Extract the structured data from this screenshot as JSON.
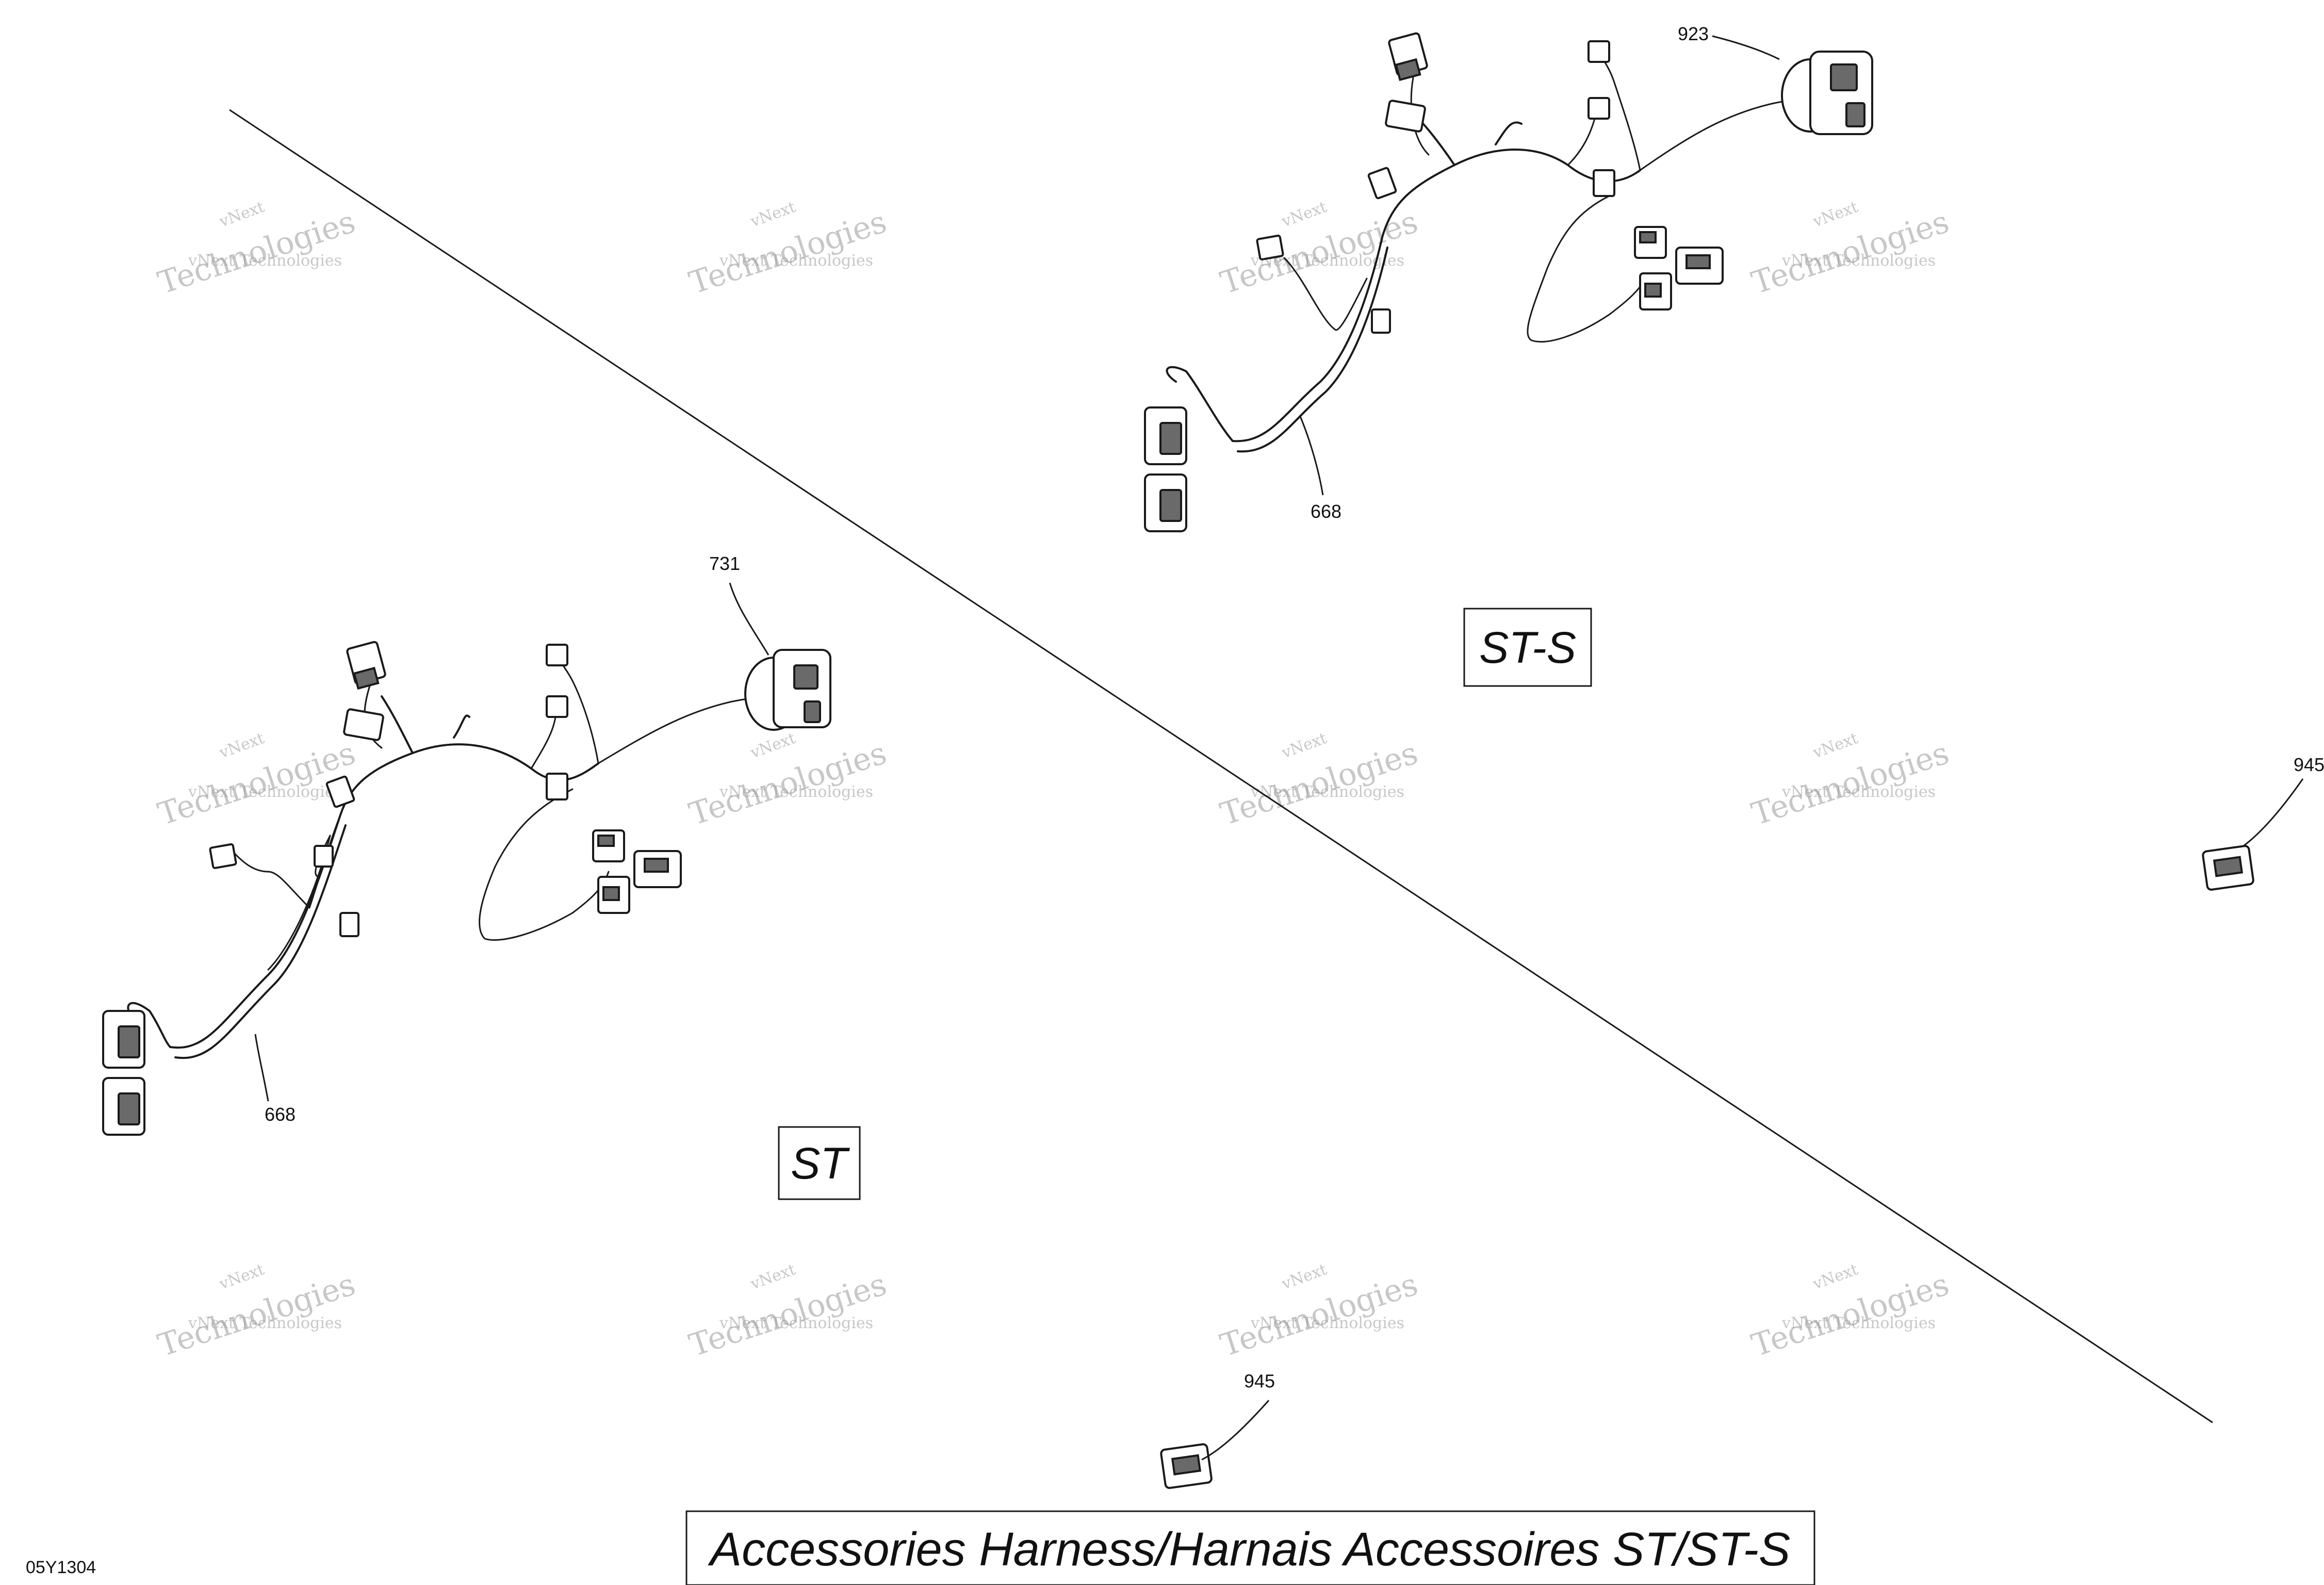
{
  "title": "Accessories Harness/Harnais Accessoires ST/ST-S",
  "drawing_code": "05Y1304",
  "variants": [
    {
      "label": "ST"
    },
    {
      "label": "ST-S"
    }
  ],
  "callouts": [
    {
      "number": "731"
    },
    {
      "number": "668"
    },
    {
      "number": "923"
    },
    {
      "number": "668"
    },
    {
      "number": "945"
    },
    {
      "number": "945"
    }
  ],
  "watermark": {
    "brand": "vNext",
    "line": "vNext Technologies",
    "big": "Technologies"
  }
}
